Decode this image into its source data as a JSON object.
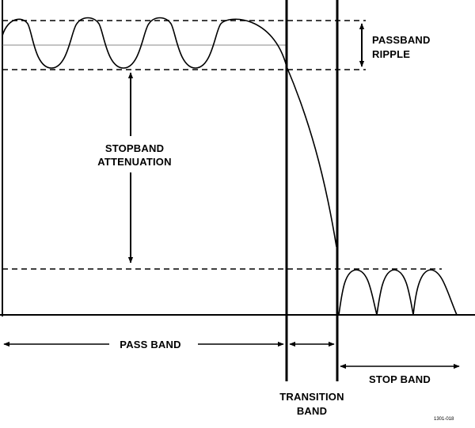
{
  "diagram": {
    "labels": {
      "passband_ripple_line1": "PASSBAND",
      "passband_ripple_line2": "RIPPLE",
      "stopband_attenuation_line1": "STOPBAND",
      "stopband_attenuation_line2": "ATTENUATION",
      "pass_band": "PASS BAND",
      "transition_band_line1": "TRANSITION",
      "transition_band_line2": "BAND",
      "stop_band": "STOP BAND",
      "figure_code": "1301-018"
    },
    "colors": {
      "stroke": "#000000",
      "background": "#ffffff",
      "reference_line": "#888888"
    }
  }
}
